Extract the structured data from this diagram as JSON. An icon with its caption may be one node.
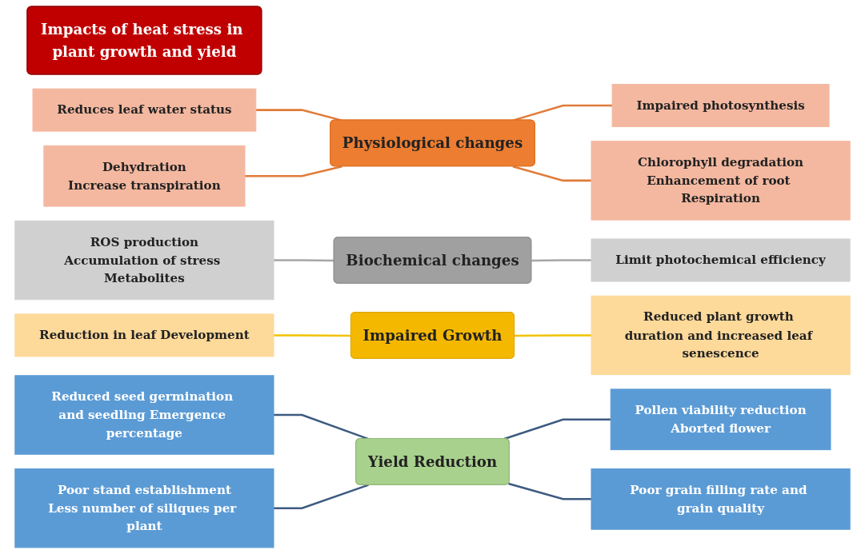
{
  "diagram": {
    "nodes": [
      {
        "text": [
          "Impacts of heat stress in plant growth and yield"
        ]
      },
      {
        "text": [
          "Reduces leaf water status"
        ]
      },
      {
        "text": [
          "Impaired photosynthesis"
        ]
      },
      {
        "text": [
          "Dehydration",
          "Increase transpiration"
        ]
      },
      {
        "text": [
          "Physiological changes"
        ]
      },
      {
        "text": [
          "Chlorophyll degradation",
          "Enhancement of root Respiration"
        ]
      },
      {
        "text": [
          "ROS production",
          "Accumulation of stress Metabolites"
        ]
      },
      {
        "text": [
          "Limit photochemical efficiency"
        ]
      },
      {
        "text": [
          "Biochemical changes"
        ]
      },
      {
        "text": [
          "Reduction in leaf Development"
        ]
      },
      {
        "text": [
          "Reduced plant growth duration and increased leaf senescence"
        ]
      },
      {
        "text": [
          "Impaired Growth"
        ]
      },
      {
        "text": [
          "Reduced seed germination and seedling Emergence percentage"
        ]
      },
      {
        "text": [
          "Pollen viability reduction",
          "Aborted flower"
        ]
      },
      {
        "text": [
          "Yield Reduction"
        ]
      },
      {
        "text": [
          "Poor stand establishment",
          "Less number of siliques per plant"
        ]
      },
      {
        "text": [
          "Poor grain filling rate and grain quality"
        ]
      }
    ],
    "edges": [
      {
        "from": 1,
        "to": 4,
        "arrow": "none",
        "color": "#e07b39"
      },
      {
        "from": 3,
        "to": 4,
        "arrow": "none",
        "color": "#e07b39"
      },
      {
        "from": 4,
        "to": 2,
        "arrow": "none",
        "color": "#e07b39"
      },
      {
        "from": 4,
        "to": 5,
        "arrow": "none",
        "color": "#e07b39"
      },
      {
        "from": 6,
        "to": 8,
        "arrow": "none",
        "color": "#a6a6a6"
      },
      {
        "from": 8,
        "to": 7,
        "arrow": "none",
        "color": "#a6a6a6"
      },
      {
        "from": 9,
        "to": 11,
        "arrow": "none",
        "color": "#f2c200"
      },
      {
        "from": 11,
        "to": 10,
        "arrow": "none",
        "color": "#f2c200"
      },
      {
        "from": 12,
        "to": 14,
        "arrow": "none",
        "color": "#3d5a80"
      },
      {
        "from": 15,
        "to": 14,
        "arrow": "none",
        "color": "#3d5a80"
      },
      {
        "from": 14,
        "to": 13,
        "arrow": "none",
        "color": "#3d5a80"
      },
      {
        "from": 14,
        "to": 16,
        "arrow": "none",
        "color": "#3d5a80"
      }
    ]
  }
}
